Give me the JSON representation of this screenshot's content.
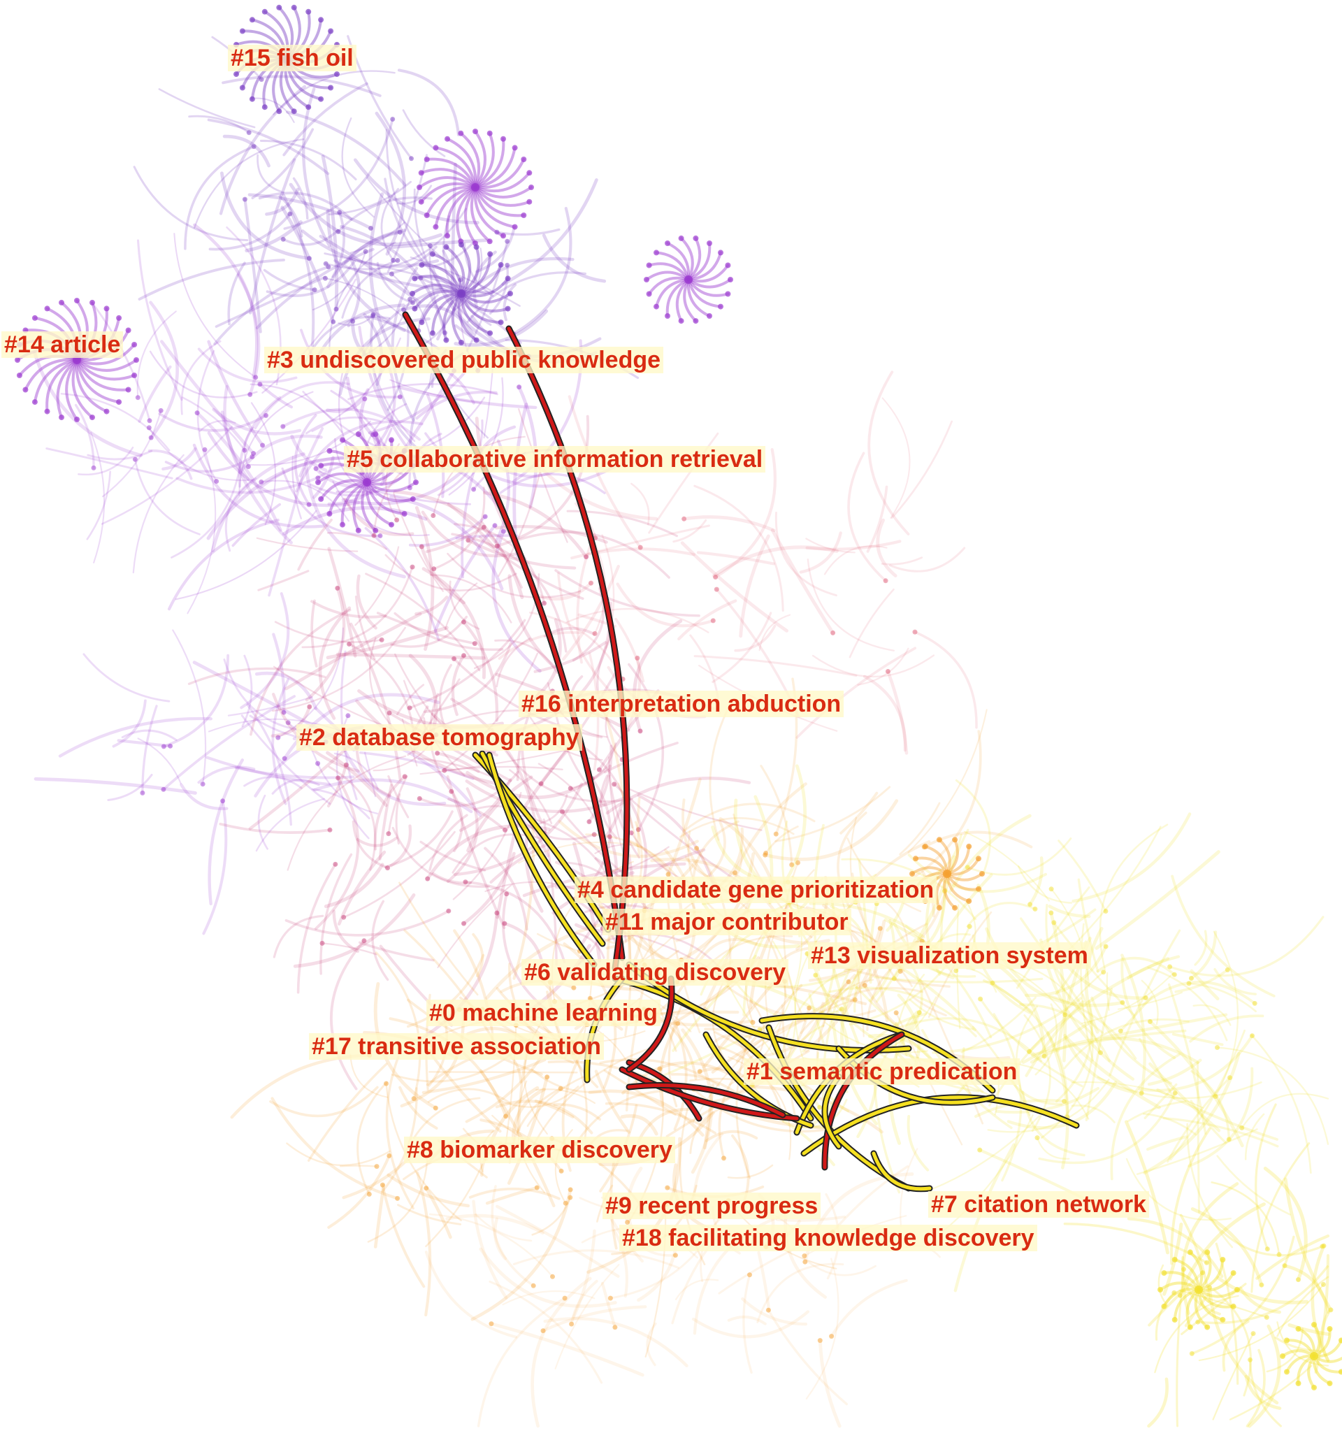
{
  "clusters": [
    {
      "id": "c15",
      "label": "#15 fish oil"
    },
    {
      "id": "c14",
      "label": "#14 article"
    },
    {
      "id": "c3",
      "label": "#3 undiscovered public knowledge"
    },
    {
      "id": "c5",
      "label": "#5 collaborative information retrieval"
    },
    {
      "id": "c16",
      "label": "#16 interpretation abduction"
    },
    {
      "id": "c2",
      "label": "#2 database tomography"
    },
    {
      "id": "c4",
      "label": "#4 candidate gene prioritization"
    },
    {
      "id": "c11",
      "label": "#11 major contributor"
    },
    {
      "id": "c13",
      "label": "#13 visualization system"
    },
    {
      "id": "c6",
      "label": "#6 validating discovery"
    },
    {
      "id": "c0",
      "label": "#0 machine learning"
    },
    {
      "id": "c17",
      "label": "#17 transitive association"
    },
    {
      "id": "c1",
      "label": "#1 semantic predication"
    },
    {
      "id": "c8",
      "label": "#8 biomarker discovery"
    },
    {
      "id": "c9",
      "label": "#9 recent progress"
    },
    {
      "id": "c7",
      "label": "#7 citation network"
    },
    {
      "id": "c18",
      "label": "#18 facilitating knowledge discovery"
    }
  ],
  "colors": {
    "label_text": "#d92b12",
    "label_bg": "#fff8c8",
    "cluster_purple": "#7b3fc4",
    "cluster_violet": "#9b3bd0",
    "cluster_magenta": "#c8407a",
    "cluster_pink": "#e0607a",
    "cluster_orange": "#f4a030",
    "cluster_yellow": "#f2e030",
    "burst_red": "#d01818",
    "burst_yellow": "#f5e020"
  }
}
